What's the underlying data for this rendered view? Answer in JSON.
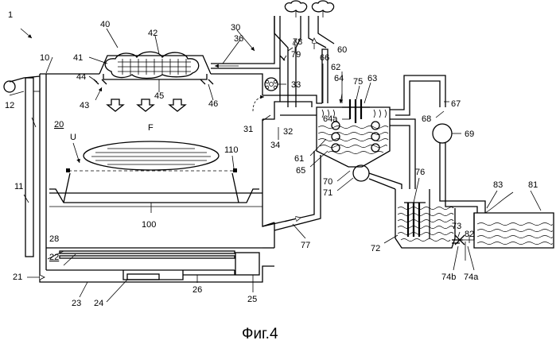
{
  "figure": {
    "caption": "Фиг.4"
  },
  "labels": {
    "l1": "1",
    "l10": "10",
    "l11": "11",
    "l12": "12",
    "l20": "20",
    "l21": "21",
    "l22": "22",
    "l23": "23",
    "l24": "24",
    "l25": "25",
    "l26": "26",
    "l28": "28",
    "l30": "30",
    "l31": "31",
    "l32": "32",
    "l33": "33",
    "l34": "34",
    "l36": "36",
    "l40": "40",
    "l41": "41",
    "l42": "42",
    "l43": "43",
    "l44": "44",
    "l45": "45",
    "l46": "46",
    "l60": "60",
    "l61": "61",
    "l62": "62",
    "l63": "63",
    "l64": "64",
    "l64a": "64a",
    "l65": "65",
    "l66": "66",
    "l67": "67",
    "l68": "68",
    "l69": "69",
    "l70": "70",
    "l71": "71",
    "l72": "72",
    "l73": "73",
    "l74a": "74a",
    "l74b": "74b",
    "l75": "75",
    "l76": "76",
    "l77": "77",
    "l78": "78",
    "l79": "79",
    "l81": "81",
    "l82": "82",
    "l83": "83",
    "l100": "100",
    "l110": "110",
    "lF": "F",
    "lU": "U"
  }
}
